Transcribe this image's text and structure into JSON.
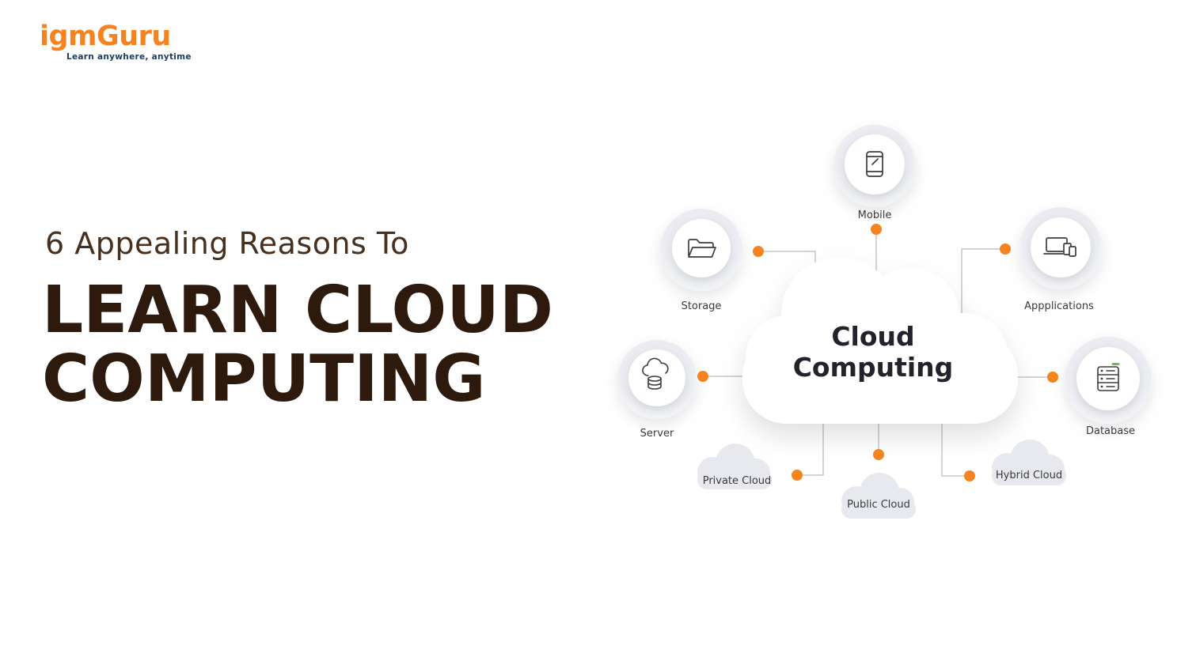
{
  "logo": {
    "brand": "igmGuru",
    "tagline": "Learn anywhere, anytime"
  },
  "headline": {
    "intro": "6 Appealing Reasons To",
    "title_line1": "LEARN CLOUD",
    "title_line2": "COMPUTING"
  },
  "diagram": {
    "center": {
      "line1": "Cloud",
      "line2": "Computing"
    },
    "nodes": [
      {
        "id": "mobile",
        "label": "Mobile"
      },
      {
        "id": "storage",
        "label": "Storage"
      },
      {
        "id": "applications",
        "label": "Appplications"
      },
      {
        "id": "server",
        "label": "Server"
      },
      {
        "id": "database",
        "label": "Database"
      },
      {
        "id": "private-cloud",
        "label": "Private Cloud"
      },
      {
        "id": "public-cloud",
        "label": "Public Cloud"
      },
      {
        "id": "hybrid-cloud",
        "label": "Hybrid Cloud"
      }
    ]
  },
  "colors": {
    "accent_orange": "#F5831F",
    "headline_brown": "#2E1A0C",
    "node_circle_gray": "#EDEFF3",
    "satellite_cloud_gray": "#E7E9EE",
    "connector_gray": "#C4C6CC",
    "label_text": "#3A3A3A"
  }
}
